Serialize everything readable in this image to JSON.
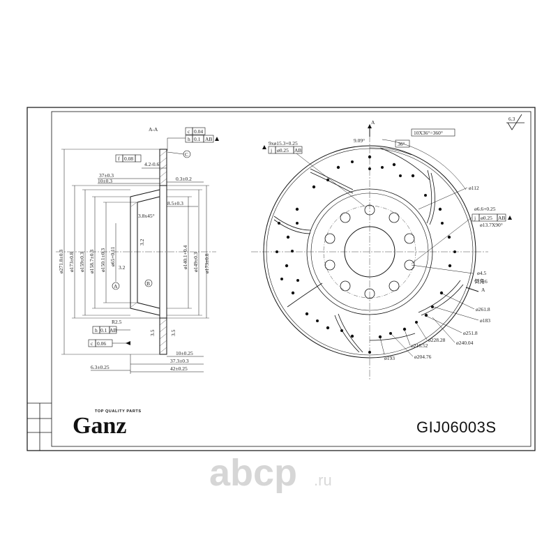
{
  "section_label": "A-A",
  "view_marker": "A",
  "surface_finish": "6.3",
  "brand": {
    "name": "Ganz",
    "tagline": "TOP QUALITY PARTS"
  },
  "part_number": "GIJ06003S",
  "watermark": {
    "text": "abcp",
    "suffix": ".ru"
  },
  "tolerance_frames": {
    "c_top": {
      "sym": "c",
      "val": "0.04"
    },
    "h_top": {
      "sym": "h",
      "val": "0.1",
      "ref": "AB"
    },
    "f_left": {
      "sym": "f",
      "val": "0.08"
    },
    "h_bottom": {
      "sym": "h",
      "val": "0.1",
      "ref": "AB"
    },
    "c_bottom": {
      "sym": "c",
      "val": "0.06"
    },
    "j_top": {
      "sym": "j",
      "val": "ø0.25",
      "ref": "AB"
    },
    "j_right": {
      "sym": "j",
      "val": "ø0.25",
      "ref": "AB"
    },
    "angle_frame": "10X36°=360°"
  },
  "datums": {
    "A": "A",
    "B": "B",
    "C": "C"
  },
  "section_dims": {
    "d1": "4.2-0.6",
    "d2": "37±0.3",
    "d3": "10±0.3",
    "d4": "0.3±0.2",
    "d5": "8.5±0.3",
    "d6": "3.8x45°",
    "d7": "3.2",
    "d8": "3.2",
    "d9": "R2.5",
    "d10": "3.5",
    "d11": "3.5",
    "d12": "10±0.25",
    "d13": "37.3±0.3",
    "d14": "42±0.25",
    "d15": "6.3±0.25",
    "v1": "ø271.8±0.3",
    "v2": "ø173±0.8",
    "v3": "ø159±0.3",
    "v4": "ø158.7±0.3",
    "v5": "ø150.1±0.3",
    "v6": "ø65+0.11",
    "v7": "ø140.1+0.4",
    "v8": "ø149±0.3",
    "v9": "ø173±0.8"
  },
  "face_dims": {
    "holes": "9xø15.3+0.25",
    "angle1": "9.09°",
    "angle2": "36°",
    "d_112": "ø112",
    "d_66": "ø6.6+0.25",
    "d_137": "ø13.7X90°",
    "d_45": "ø4.5",
    "chamfer": "倒角6",
    "d_2618": "ø261.8",
    "d_183": "ø183",
    "d_2518": "ø251.8",
    "d_22828": "ø228.28",
    "d_24004": "ø240.04",
    "d_21652": "ø216.52",
    "d_20476": "ø204.76",
    "d_193": "ø193"
  }
}
